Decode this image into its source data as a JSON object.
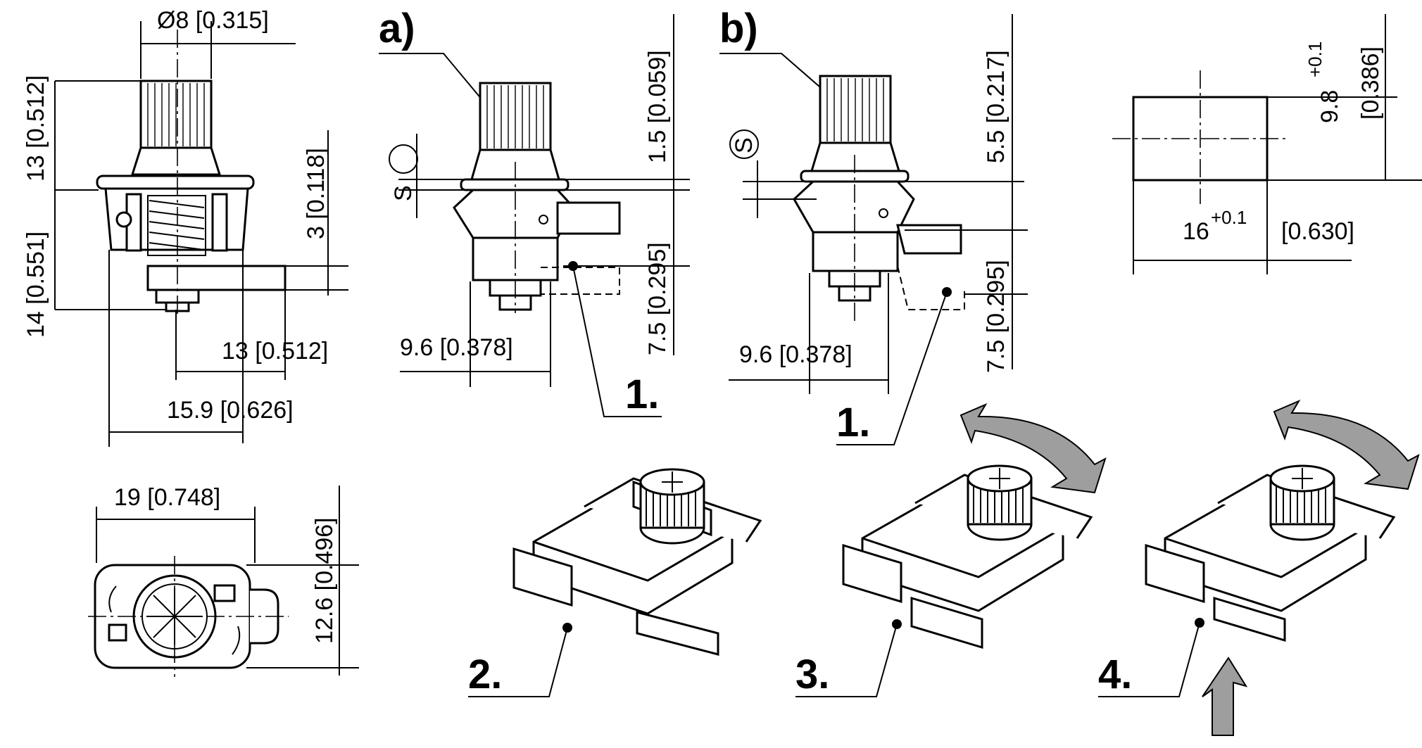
{
  "labels": {
    "variant_a": "a)",
    "variant_b": "b)",
    "step_1a": "1.",
    "step_1b": "1.",
    "step_2": "2.",
    "step_3": "3.",
    "step_4": "4.",
    "s_mark_a": "S",
    "s_mark_b": "S"
  },
  "dimensions": {
    "diameter": "Ø8 [0.315]",
    "knob_height": "13 [0.512]",
    "body_height": "14 [0.551]",
    "latch_offset": "3 [0.118]",
    "latch_length": "13 [0.512]",
    "overall_length": "15.9 [0.626]",
    "face_width": "19 [0.748]",
    "face_height": "12.6 [0.496]",
    "a_width": "9.6 [0.378]",
    "a_top": "1.5 [0.059]",
    "a_bottom": "7.5 [0.295]",
    "b_width": "9.6 [0.378]",
    "b_top": "5.5 [0.217]",
    "b_bottom": "7.5 [0.295]",
    "cutout_height_value": "9.8",
    "cutout_height_tol": "+0.1",
    "cutout_height_in": "[0.386]",
    "cutout_width_value": "16",
    "cutout_width_tol": "+0.1",
    "cutout_width_in": "[0.630]"
  }
}
